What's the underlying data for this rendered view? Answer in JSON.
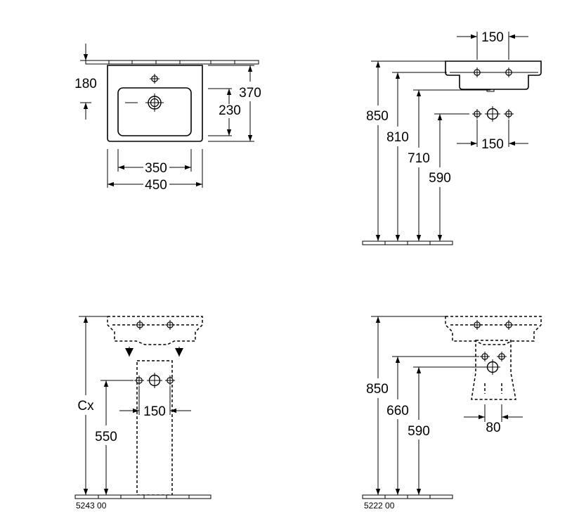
{
  "top_view": {
    "dim_faucet_depth": "180",
    "dim_depth_outer": "370",
    "dim_depth_inner": "230",
    "dim_width_inner": "350",
    "dim_width_outer": "450"
  },
  "side_view": {
    "dim_hole_spacing_top": "150",
    "dim_hole_spacing_bottom": "150",
    "dim_rim_height": "850",
    "dim_underside_height": "810",
    "dim_outlet_height": "710",
    "dim_supply_height": "590"
  },
  "pedestal_view": {
    "dim_cx": "Cx",
    "dim_supply_spacing": "150",
    "dim_supply_height": "550",
    "code": "5243 00"
  },
  "semipedestal_view": {
    "dim_rim_height": "850",
    "dim_supply_height": "660",
    "dim_drain_height": "590",
    "dim_spacing": "80",
    "code": "5222 00"
  }
}
